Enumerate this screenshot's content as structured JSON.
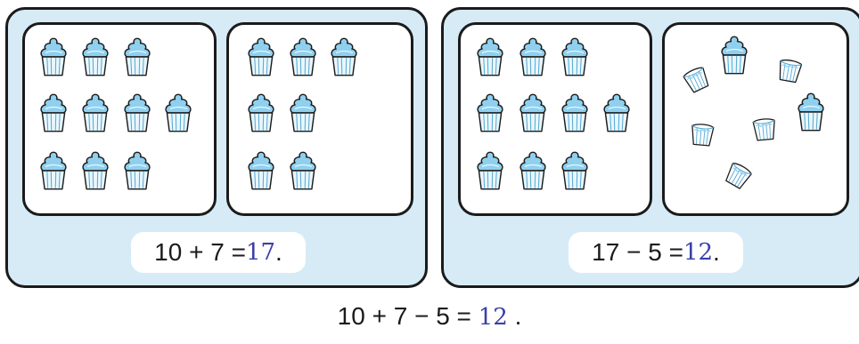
{
  "panels": [
    {
      "equation": {
        "lhs": "10 + 7 = ",
        "answer": "17",
        "end": "."
      }
    },
    {
      "equation": {
        "lhs": "17 − 5 = ",
        "answer": "12",
        "end": "."
      }
    }
  ],
  "bottom_equation": {
    "lhs": "10 + 7 − 5 = ",
    "answer": "12",
    "end": "."
  },
  "colors": {
    "panel_bg": "#d6ebf6",
    "frosting": "#8fd0ef",
    "outline": "#1b1b1b",
    "answer": "#3a3fa8"
  },
  "icons": {
    "cupcake": "cupcake-icon",
    "cupcake_wrapper": "cupcake-wrapper-icon"
  }
}
